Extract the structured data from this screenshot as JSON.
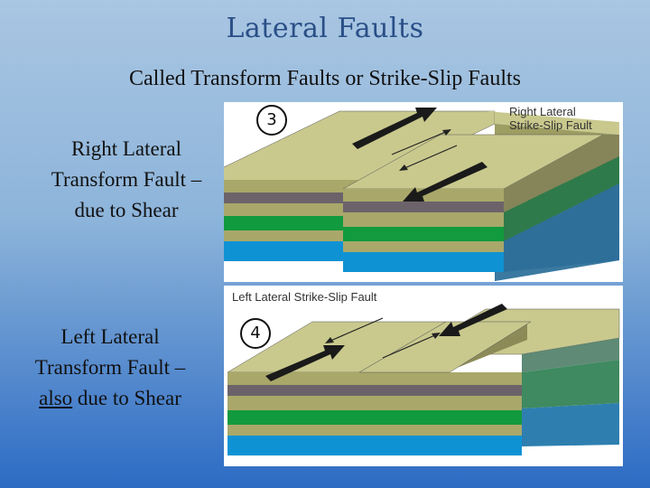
{
  "slide": {
    "title": "Lateral Faults",
    "subtitle": "Called Transform Faults or Strike-Slip Faults",
    "right_caption": {
      "line1": "Right Lateral",
      "line2": "Transform Fault –",
      "line3": "due to Shear"
    },
    "left_caption": {
      "line1": "Left Lateral",
      "line2": "Transform Fault –",
      "line3_underlined": "also",
      "line3_rest": " due to Shear"
    },
    "diagram_right": {
      "label_line1": "Right Lateral",
      "label_line2": "Strike-Slip Fault",
      "number": "3"
    },
    "diagram_left": {
      "label": "Left Lateral Strike-Slip Fault",
      "number": "4"
    }
  },
  "colors": {
    "top_surface": "#c9c98e",
    "layer_olive": "#a9a86a",
    "layer_gray": "#6b6369",
    "layer_green": "#129a3e",
    "layer_blue": "#0f92d4",
    "arrow": "#1a1a1a"
  }
}
